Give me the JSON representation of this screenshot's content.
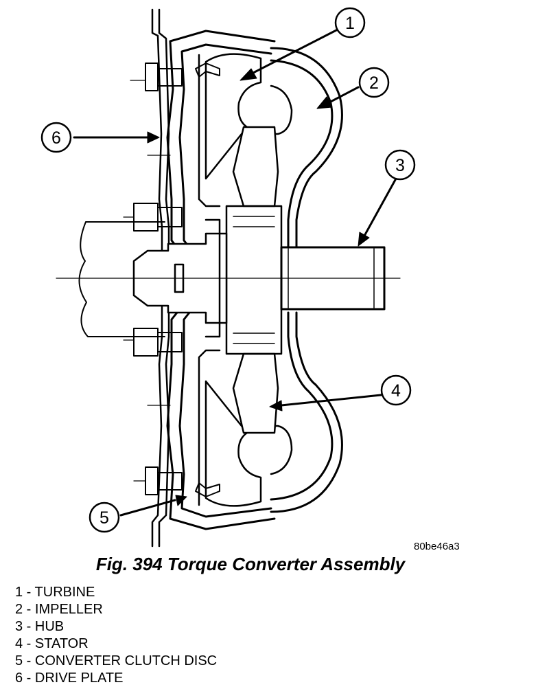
{
  "callouts": [
    {
      "number": "1"
    },
    {
      "number": "2"
    },
    {
      "number": "3"
    },
    {
      "number": "4"
    },
    {
      "number": "5"
    },
    {
      "number": "6"
    }
  ],
  "image_code": "80be46a3",
  "caption": "Fig. 394 Torque Converter Assembly",
  "legend": [
    "1 - TURBINE",
    "2 - IMPELLER",
    "3 - HUB",
    "4 - STATOR",
    "5 - CONVERTER CLUTCH DISC",
    "6 - DRIVE PLATE"
  ]
}
